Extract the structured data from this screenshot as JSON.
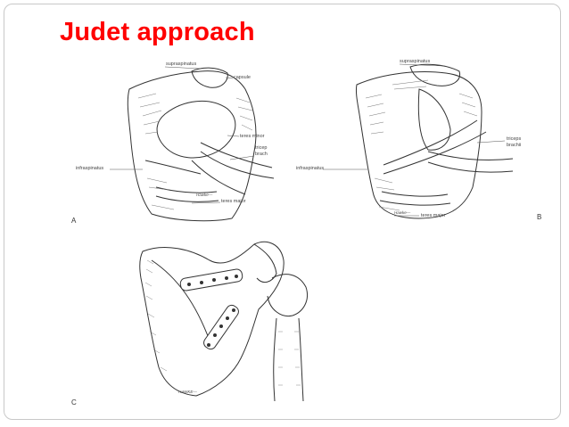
{
  "slide": {
    "title": "Judet approach"
  },
  "figure_a": {
    "panel_label": "A",
    "labels": {
      "supraspinatus": "supraspinatus",
      "capsule": "capsule",
      "teres_minor": "teres minor",
      "triceps": "tricep",
      "triceps2": "brach",
      "infraspinatus": "infraspinatus",
      "signature": "Hawke—",
      "teres_major": "teres major"
    }
  },
  "figure_b": {
    "panel_label": "B",
    "labels": {
      "supraspinatus": "supraspinatus",
      "triceps": "triceps",
      "triceps2": "brachii",
      "infraspinatus": "infraspinatus",
      "signature": "Hawke—",
      "teres_major": "teres major"
    }
  },
  "figure_c": {
    "panel_label": "C",
    "labels": {
      "signature": "HAWKE—"
    }
  },
  "colors": {
    "title": "#ff0000",
    "frame": "#c8c8c8",
    "ink": "#333333"
  }
}
